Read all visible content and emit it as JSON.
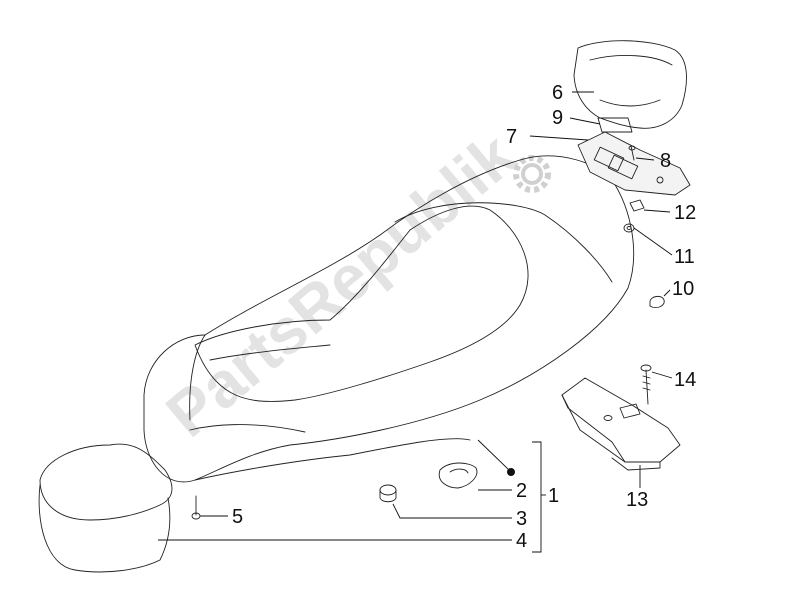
{
  "watermark": {
    "text": "PartsRepublik",
    "color": "#d9d9d9"
  },
  "callouts": [
    {
      "id": "label-1",
      "number": "1"
    },
    {
      "id": "label-2",
      "number": "2"
    },
    {
      "id": "label-3",
      "number": "3"
    },
    {
      "id": "label-4",
      "number": "4"
    },
    {
      "id": "label-5",
      "number": "5"
    },
    {
      "id": "label-6",
      "number": "6"
    },
    {
      "id": "label-7",
      "number": "7"
    },
    {
      "id": "label-8",
      "number": "8"
    },
    {
      "id": "label-9",
      "number": "9"
    },
    {
      "id": "label-10",
      "number": "10"
    },
    {
      "id": "label-11",
      "number": "11"
    },
    {
      "id": "label-12",
      "number": "12"
    },
    {
      "id": "label-13",
      "number": "13"
    },
    {
      "id": "label-14",
      "number": "14"
    }
  ],
  "colors": {
    "line": "#222222",
    "text": "#111111",
    "background": "#ffffff"
  }
}
